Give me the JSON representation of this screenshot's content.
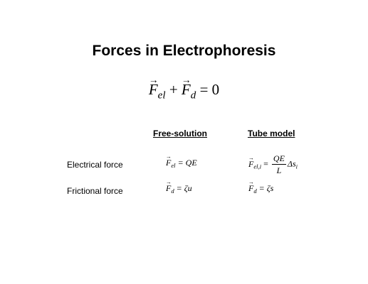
{
  "slide": {
    "title": "Forces in Electrophoresis",
    "equation": {
      "force1_symbol": "F",
      "force1_subscript": "el",
      "plus": "+",
      "force2_symbol": "F",
      "force2_subscript": "d",
      "equals": "= 0"
    },
    "columns": {
      "free_solution": "Free-solution",
      "tube_model": "Tube model"
    },
    "rows": [
      {
        "label": "Electrical force",
        "free_solution": {
          "lhs": "F",
          "sub": "el",
          "rhs": "= QE"
        },
        "tube_model": {
          "lhs": "F",
          "sub": "el,i",
          "eq": "=",
          "num": "QE",
          "den": "L",
          "rest": "Δs",
          "rest_sub": "i"
        }
      },
      {
        "label": "Frictional force",
        "free_solution": {
          "lhs": "F",
          "sub": "d",
          "rhs": "= ζu"
        },
        "tube_model": {
          "lhs": "F",
          "sub": "d",
          "rhs": "= ζs"
        }
      }
    ]
  }
}
